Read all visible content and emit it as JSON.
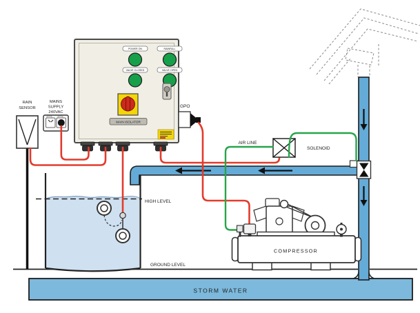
{
  "colors": {
    "pipe-blue": "#64abd8",
    "storm-blue": "#7cb9dc",
    "water-blue": "#cfe0f0",
    "wire-red": "#e23b2c",
    "air-green": "#27a54a",
    "panel-beige": "#f1efe5",
    "indicator-green": "#16a04a",
    "warning-yellow": "#f3d60a",
    "knob-red": "#cd2a1c"
  },
  "labels": {
    "rain_sensor_1": "RAIN",
    "rain_sensor_2": "SENSOR",
    "mains_1": "MAINS",
    "mains_2": "SUPPLY",
    "mains_3": "240VAC",
    "gpo": "GPO",
    "air_line": "AIR LINE",
    "solenoid": "SOLENOID",
    "high_level": "HIGH LEVEL",
    "ground_level": "GROUND LEVEL",
    "storm_water": "STORM WATER",
    "compressor": "COMPRESSOR"
  },
  "panel": {
    "indicators": [
      {
        "label": "POWER ON"
      },
      {
        "label": "RAINFALL"
      },
      {
        "label": "VALVE CLOSED"
      },
      {
        "label": "VALVE OPEN"
      }
    ],
    "isolator_label": "MAIN ISOLATOR"
  }
}
